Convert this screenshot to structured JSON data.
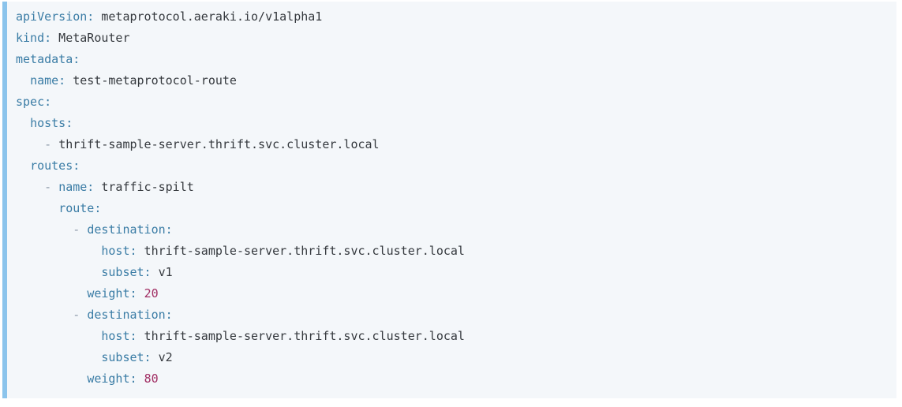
{
  "code_block": {
    "language": "yaml",
    "accent_bar_color": "#8bc4ec",
    "background_color": "#f4f7fa",
    "page_background_color": "#ffffff",
    "token_colors": {
      "key": "#3a7ca5",
      "plain": "#35393e",
      "dash": "#8e9bab",
      "number": "#a02c62"
    },
    "lines": [
      [
        {
          "c": "key",
          "t": "apiVersion:"
        },
        {
          "c": "plain",
          "t": " metaprotocol.aeraki.io/v1alpha1"
        }
      ],
      [
        {
          "c": "key",
          "t": "kind:"
        },
        {
          "c": "plain",
          "t": " MetaRouter"
        }
      ],
      [
        {
          "c": "key",
          "t": "metadata:"
        }
      ],
      [
        {
          "c": "plain",
          "t": "  "
        },
        {
          "c": "key",
          "t": "name:"
        },
        {
          "c": "plain",
          "t": " test-metaprotocol-route"
        }
      ],
      [
        {
          "c": "key",
          "t": "spec:"
        }
      ],
      [
        {
          "c": "plain",
          "t": "  "
        },
        {
          "c": "key",
          "t": "hosts:"
        }
      ],
      [
        {
          "c": "plain",
          "t": "    "
        },
        {
          "c": "dash",
          "t": "- "
        },
        {
          "c": "plain",
          "t": "thrift-sample-server.thrift.svc.cluster.local"
        }
      ],
      [
        {
          "c": "plain",
          "t": "  "
        },
        {
          "c": "key",
          "t": "routes:"
        }
      ],
      [
        {
          "c": "plain",
          "t": "    "
        },
        {
          "c": "dash",
          "t": "- "
        },
        {
          "c": "key",
          "t": "name:"
        },
        {
          "c": "plain",
          "t": " traffic-spilt"
        }
      ],
      [
        {
          "c": "plain",
          "t": "      "
        },
        {
          "c": "key",
          "t": "route:"
        }
      ],
      [
        {
          "c": "plain",
          "t": "        "
        },
        {
          "c": "dash",
          "t": "- "
        },
        {
          "c": "key",
          "t": "destination:"
        }
      ],
      [
        {
          "c": "plain",
          "t": "            "
        },
        {
          "c": "key",
          "t": "host:"
        },
        {
          "c": "plain",
          "t": " thrift-sample-server.thrift.svc.cluster.local"
        }
      ],
      [
        {
          "c": "plain",
          "t": "            "
        },
        {
          "c": "key",
          "t": "subset:"
        },
        {
          "c": "plain",
          "t": " v1"
        }
      ],
      [
        {
          "c": "plain",
          "t": "          "
        },
        {
          "c": "key",
          "t": "weight:"
        },
        {
          "c": "plain",
          "t": " "
        },
        {
          "c": "number",
          "t": "20"
        }
      ],
      [
        {
          "c": "plain",
          "t": "        "
        },
        {
          "c": "dash",
          "t": "- "
        },
        {
          "c": "key",
          "t": "destination:"
        }
      ],
      [
        {
          "c": "plain",
          "t": "            "
        },
        {
          "c": "key",
          "t": "host:"
        },
        {
          "c": "plain",
          "t": " thrift-sample-server.thrift.svc.cluster.local"
        }
      ],
      [
        {
          "c": "plain",
          "t": "            "
        },
        {
          "c": "key",
          "t": "subset:"
        },
        {
          "c": "plain",
          "t": " v2"
        }
      ],
      [
        {
          "c": "plain",
          "t": "          "
        },
        {
          "c": "key",
          "t": "weight:"
        },
        {
          "c": "plain",
          "t": " "
        },
        {
          "c": "number",
          "t": "80"
        }
      ]
    ]
  }
}
